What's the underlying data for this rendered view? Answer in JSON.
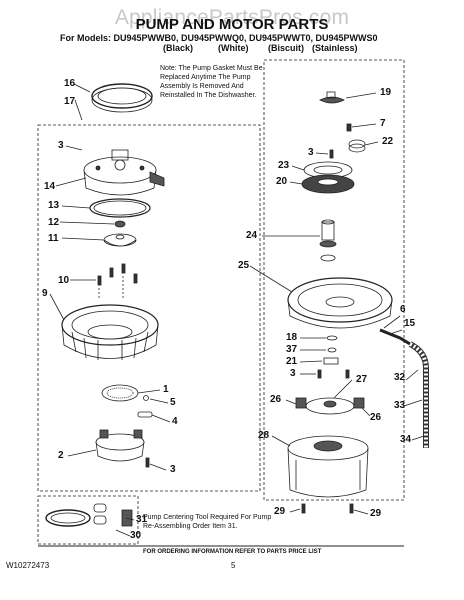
{
  "watermark": "AppliancePartsPros.com",
  "title": "PUMP AND MOTOR PARTS",
  "models_line": "For Models: DU945PWWB0, DU945PWWQ0, DU945PWWT0, DU945PWWS0",
  "colors": [
    "(Black)",
    "(White)",
    "(Biscuit)",
    "(Stainless)"
  ],
  "note": "Note: The Pump Gasket Must Be Replaced Anytime The Pump Assembly Is Removed And Reinstalled In The Dishwasher.",
  "tool_note": "Pump Centering Tool Required For Pump Re-Assembling Order Item 31.",
  "ordering_info": "FOR ORDERING INFORMATION REFER TO PARTS PRICE LIST",
  "doc_number": "W10272473",
  "page_number": "5",
  "callouts": [
    "16",
    "17",
    "3",
    "14",
    "13",
    "12",
    "11",
    "10",
    "9",
    "1",
    "5",
    "4",
    "2",
    "3",
    "19",
    "7",
    "22",
    "3",
    "23",
    "20",
    "24",
    "25",
    "6",
    "15",
    "18",
    "37",
    "21",
    "3",
    "27",
    "32",
    "26",
    "26",
    "33",
    "28",
    "34",
    "29",
    "29",
    "31",
    "30"
  ]
}
